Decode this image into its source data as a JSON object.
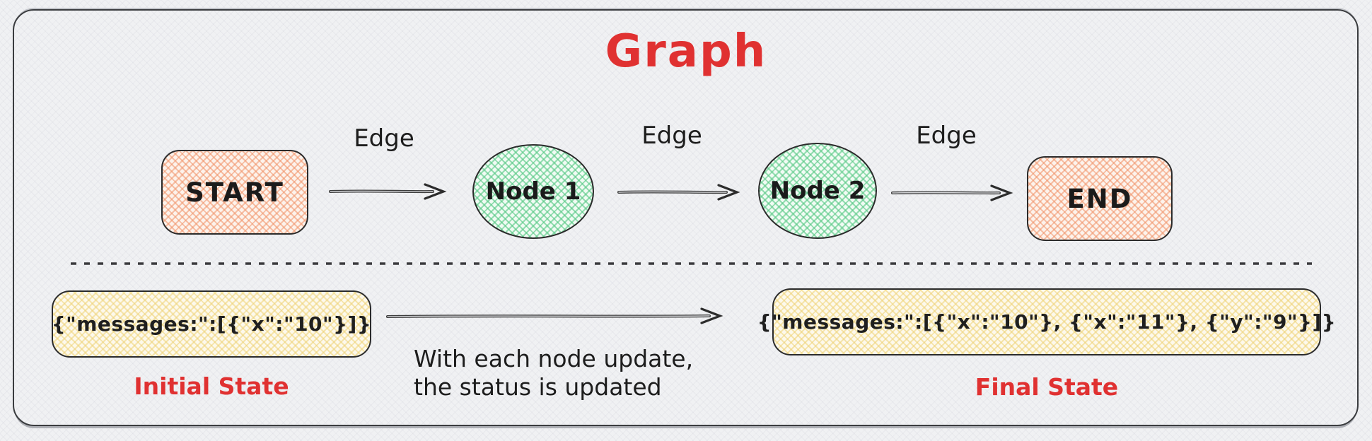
{
  "title": "Graph",
  "palette": {
    "accent_red": "#e03131",
    "ink": "#1f1f1f",
    "salmon_fill": "#f09268",
    "green_fill": "#54c882",
    "yellow_fill": "#eed276",
    "background": "#f0f1f3"
  },
  "flow": {
    "nodes": [
      {
        "label": "START",
        "shape": "rounded-rect",
        "color": "salmon"
      },
      {
        "label": "Node 1",
        "shape": "ellipse",
        "color": "green"
      },
      {
        "label": "Node 2",
        "shape": "ellipse",
        "color": "green"
      },
      {
        "label": "END",
        "shape": "rounded-rect",
        "color": "salmon"
      }
    ],
    "edges": [
      {
        "label": "Edge"
      },
      {
        "label": "Edge"
      },
      {
        "label": "Edge"
      }
    ]
  },
  "states": {
    "initial": {
      "value": "{\"messages:\":[{\"x\":\"10\"}]}",
      "caption": "Initial State"
    },
    "final": {
      "value": "{\"messages:\":[{\"x\":\"10\"}, {\"x\":\"11\"}, {\"y\":\"9\"}]}",
      "caption": "Final State"
    },
    "note": {
      "line1": "With each node update,",
      "line2": "the status is updated"
    }
  }
}
